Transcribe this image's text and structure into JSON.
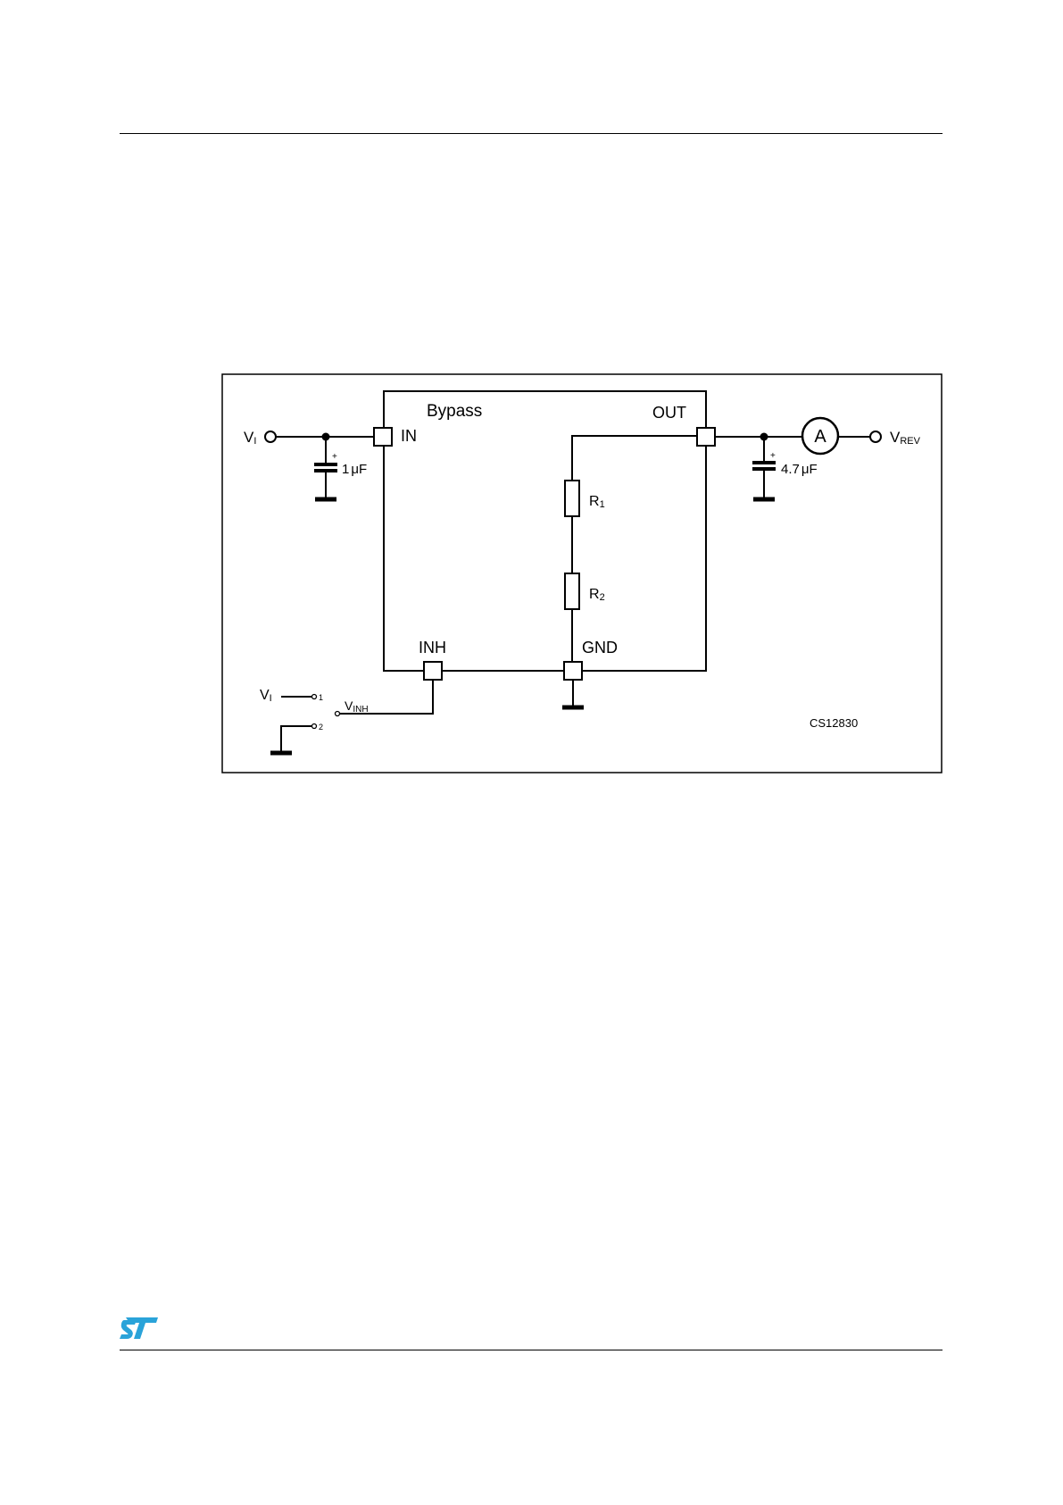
{
  "diagram": {
    "chip": {
      "bypass_label": "Bypass",
      "in_label": "IN",
      "out_label": "OUT",
      "inh_label": "INH",
      "gnd_label": "GND"
    },
    "input": {
      "label_main": "V",
      "label_sub": "I",
      "cap_value": "1",
      "cap_unit": "μF",
      "cap_plus": "+"
    },
    "output": {
      "cap_value": "4.7",
      "cap_unit": "μF",
      "cap_plus": "+",
      "ammeter_label": "A",
      "label_main": "V",
      "label_sub": "REV"
    },
    "resistors": {
      "r1_main": "R",
      "r1_sub": "1",
      "r2_main": "R",
      "r2_sub": "2"
    },
    "inhibit_switch": {
      "vi_main": "V",
      "vi_sub": "I",
      "pos1": "1",
      "pos2": "2",
      "vinh_main": "V",
      "vinh_sub": "INH"
    },
    "code": "CS12830"
  },
  "colors": {
    "ink": "#000000",
    "logo_blue": "#2aa3d9"
  }
}
